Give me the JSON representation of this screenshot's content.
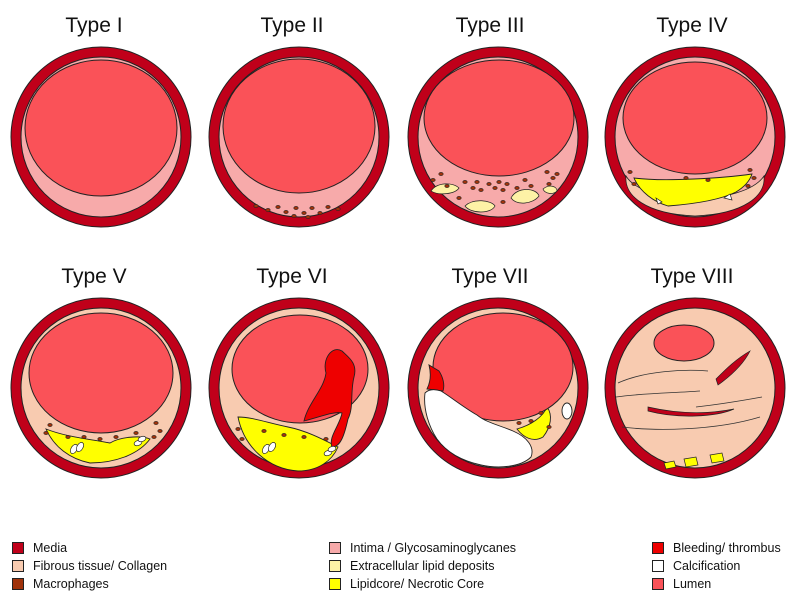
{
  "types": [
    "Type I",
    "Type II",
    "Type III",
    "Type IV",
    "Type V",
    "Type VI",
    "Type VII",
    "Type VIII"
  ],
  "colors": {
    "media": "#c0001a",
    "fibrous": "#f8cbb0",
    "macrophages": "#a0320a",
    "intima": "#f7aaaa",
    "extracellular_lipid": "#fdf2a6",
    "lipidcore": "#ffff00",
    "bleeding": "#ee0000",
    "calcification": "#ffffff",
    "lumen": "#fa5258"
  },
  "legend": [
    {
      "label": "Media",
      "color": "#c0001a"
    },
    {
      "label": "Fibrous tissue/ Collagen",
      "color": "#f8cbb0"
    },
    {
      "label": "Macrophages",
      "color": "#a0320a"
    },
    {
      "label": "Intima / Glycosaminoglycanes",
      "color": "#f7aaaa"
    },
    {
      "label": "Extracellular lipid deposits",
      "color": "#fdf2a6"
    },
    {
      "label": "Lipidcore/ Necrotic Core",
      "color": "#ffff00"
    },
    {
      "label": "Bleeding/ thrombus",
      "color": "#ee0000"
    },
    {
      "label": "Calcification",
      "color": "#ffffff"
    },
    {
      "label": "Lumen",
      "color": "#fa5258"
    }
  ]
}
